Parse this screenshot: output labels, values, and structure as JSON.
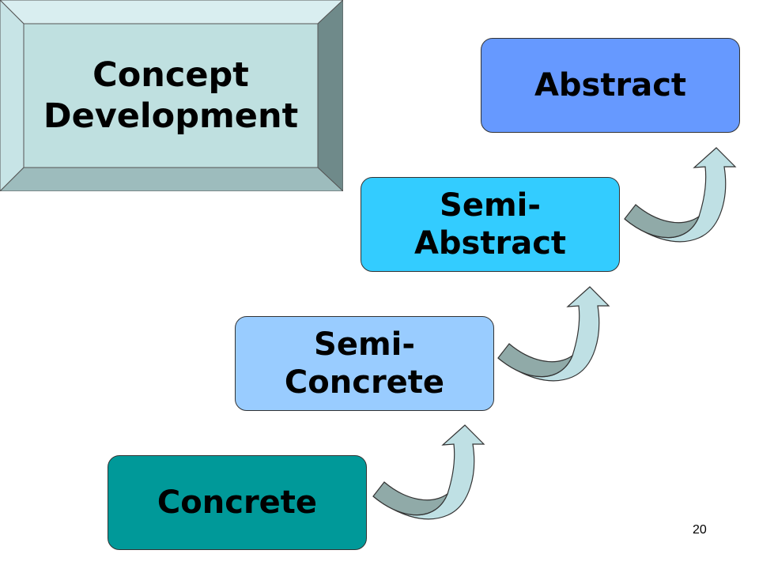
{
  "title": {
    "line1": "Concept",
    "line2": "Development"
  },
  "stages": {
    "abstract": {
      "lines": [
        "Abstract"
      ],
      "color": "#6699ff"
    },
    "semi_abstract": {
      "lines": [
        "Semi-",
        "Abstract"
      ],
      "color": "#33ccff"
    },
    "semi_concrete": {
      "lines": [
        "Semi-",
        "Concrete"
      ],
      "color": "#99ccff"
    },
    "concrete": {
      "lines": [
        "Concrete"
      ],
      "color": "#009999"
    }
  },
  "colors": {
    "bevel_face": "#bfe0e0",
    "bevel_top": "#d9eef0",
    "bevel_bottom": "#9dbcbd",
    "bevel_right": "#6f8a8a",
    "arrow_dark": "#90aaa8",
    "arrow_light": "#bfe0e4"
  },
  "page_number": "20"
}
